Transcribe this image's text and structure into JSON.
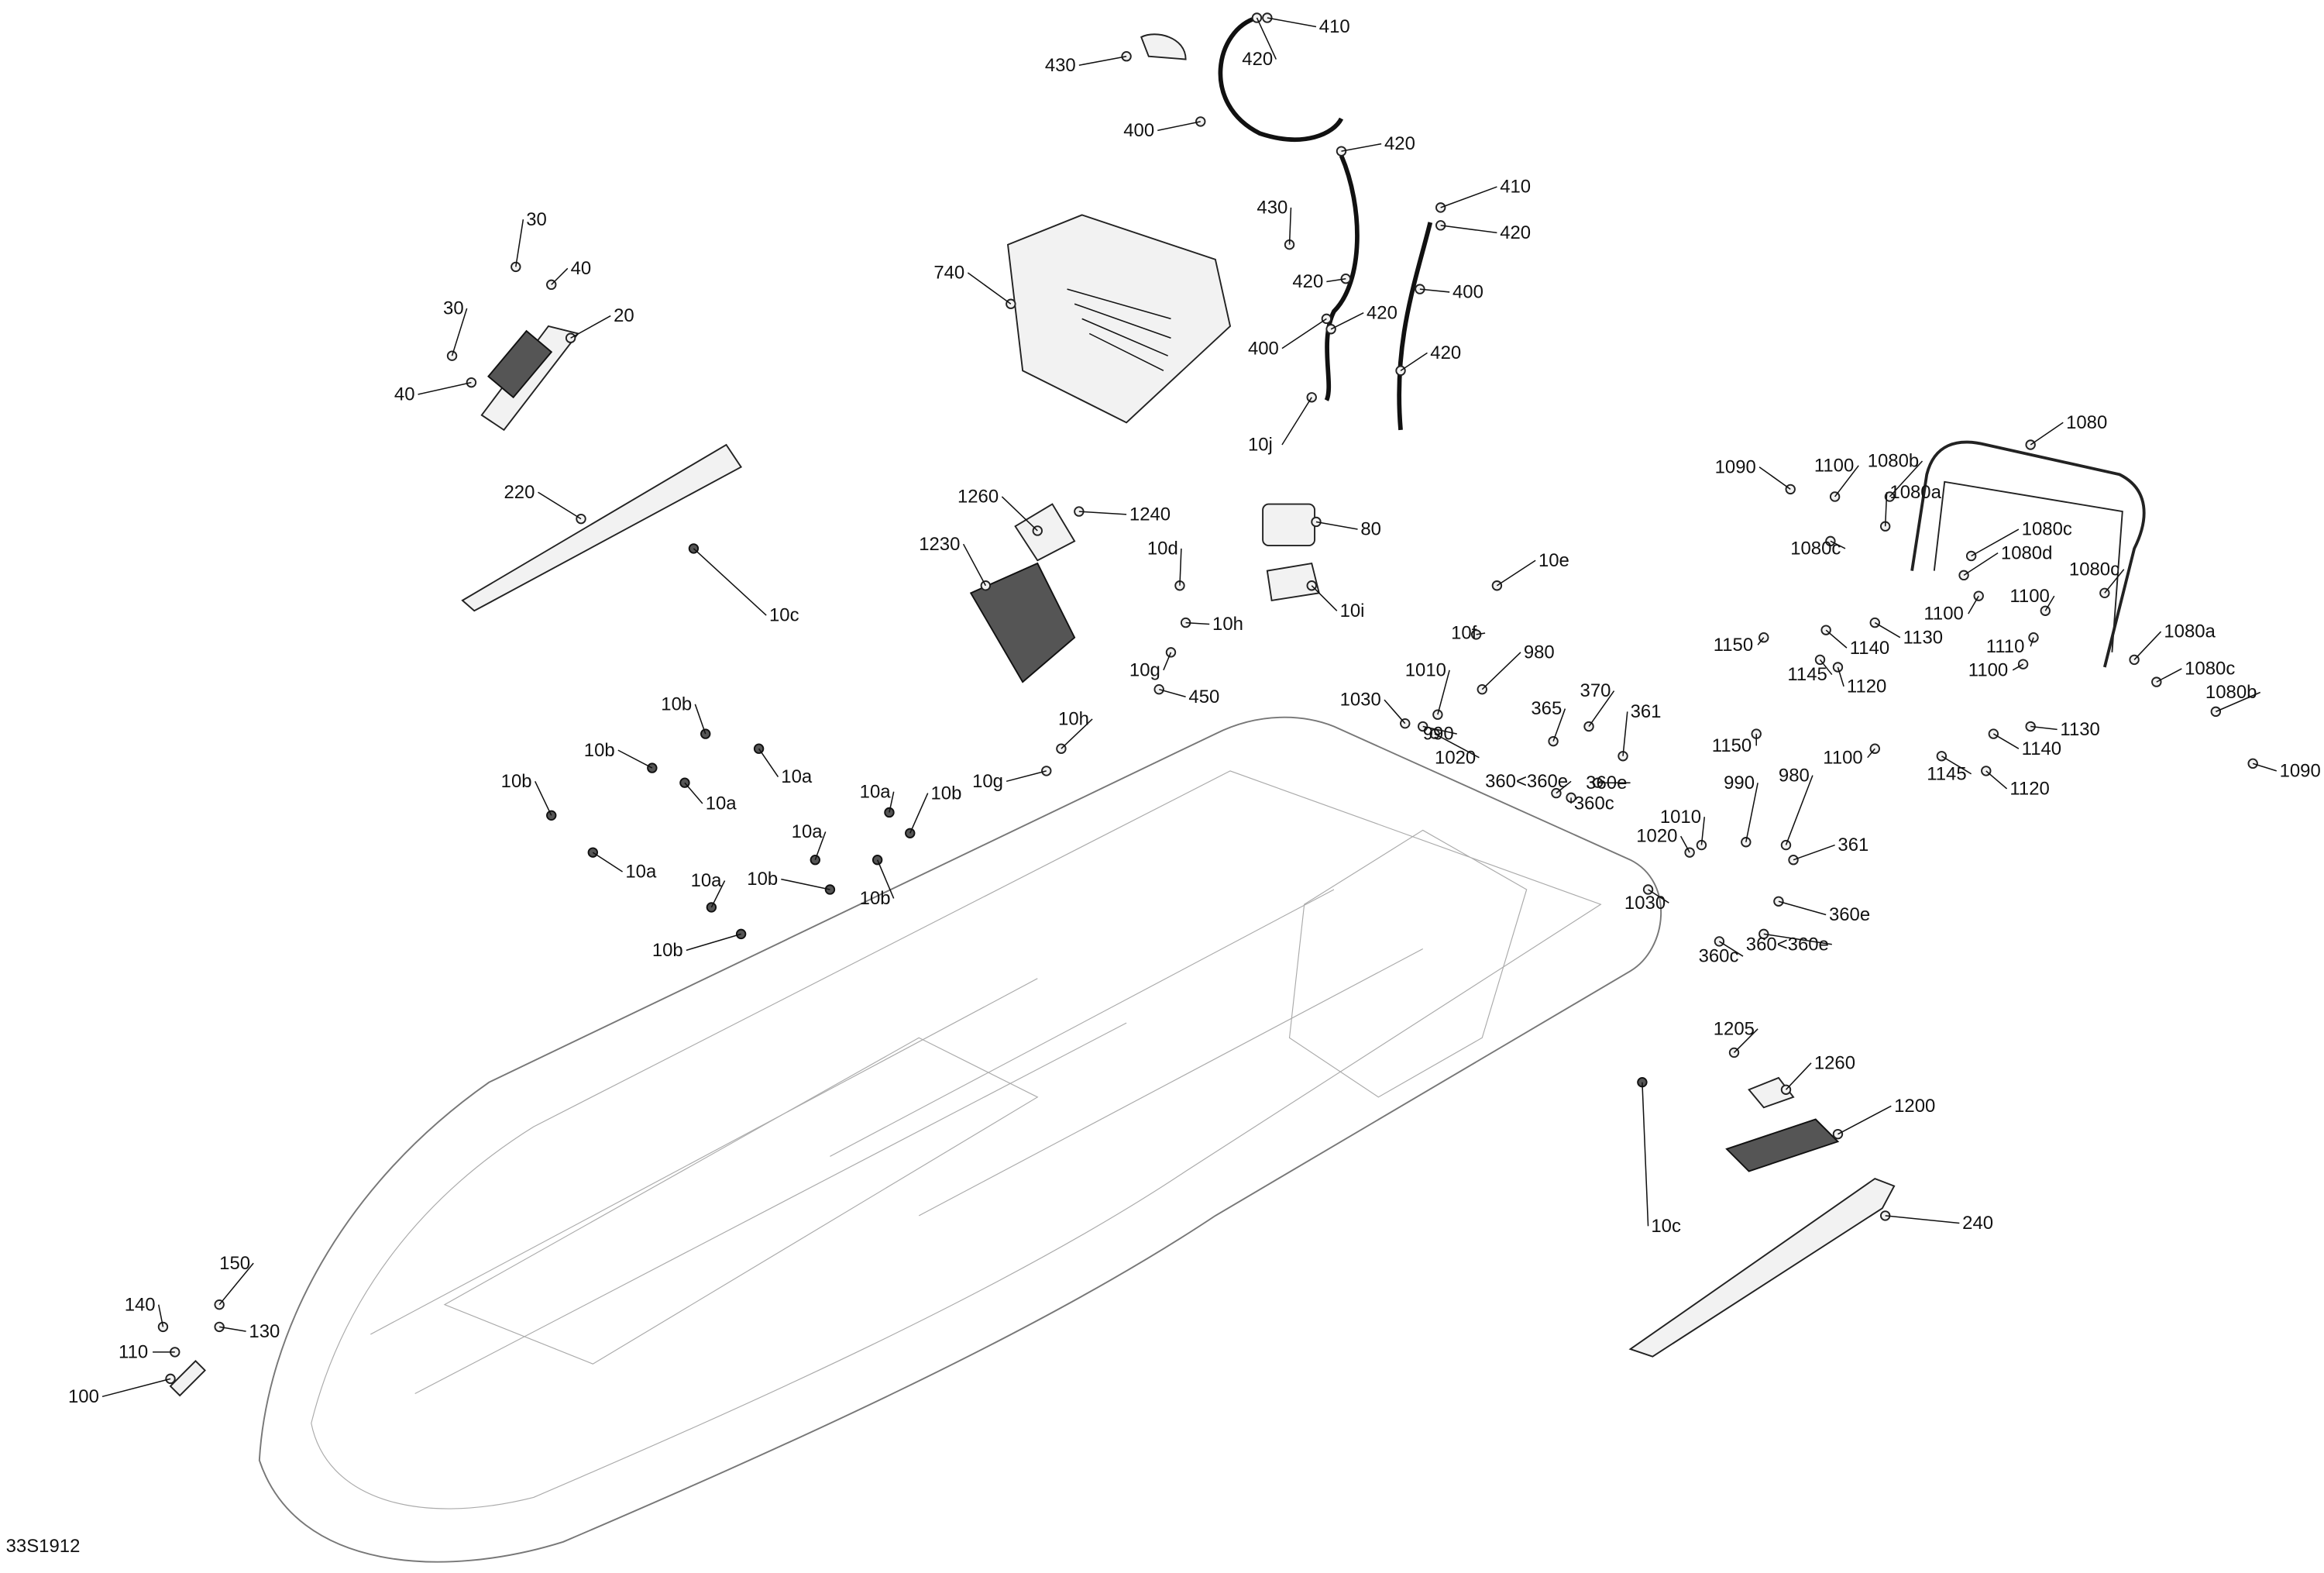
{
  "diagram_id": "33S1912",
  "labels": [
    "430",
    "420",
    "410",
    "400",
    "420",
    "410",
    "420",
    "430",
    "420",
    "420",
    "400",
    "400",
    "420",
    "740",
    "30",
    "40",
    "30",
    "20",
    "40",
    "220",
    "10c",
    "1260",
    "1240",
    "1230",
    "10d",
    "10h",
    "10g",
    "450",
    "10j",
    "80",
    "10i",
    "10e",
    "10f",
    "980",
    "1010",
    "1030",
    "990",
    "1020",
    "365",
    "370",
    "361",
    "360<360e",
    "360e",
    "360c",
    "10b",
    "10b",
    "10a",
    "10a",
    "10b",
    "10a",
    "10h",
    "10g",
    "10a",
    "10b",
    "10a",
    "10b",
    "10b",
    "10a",
    "10b",
    "990",
    "980",
    "1010",
    "1020",
    "361",
    "1030",
    "360e",
    "360c",
    "360<360e",
    "1090",
    "1100",
    "1080b",
    "1080a",
    "1080",
    "1080c",
    "1080c",
    "1080d",
    "1080c",
    "1100",
    "1100",
    "1110",
    "1100",
    "1150",
    "1140",
    "1130",
    "1145",
    "1120",
    "1080a",
    "1080c",
    "1080b",
    "1130",
    "1150",
    "1140",
    "1145",
    "1120",
    "1100",
    "1090",
    "1205",
    "1260",
    "1200",
    "10c",
    "240",
    "150",
    "140",
    "130",
    "110",
    "100"
  ]
}
